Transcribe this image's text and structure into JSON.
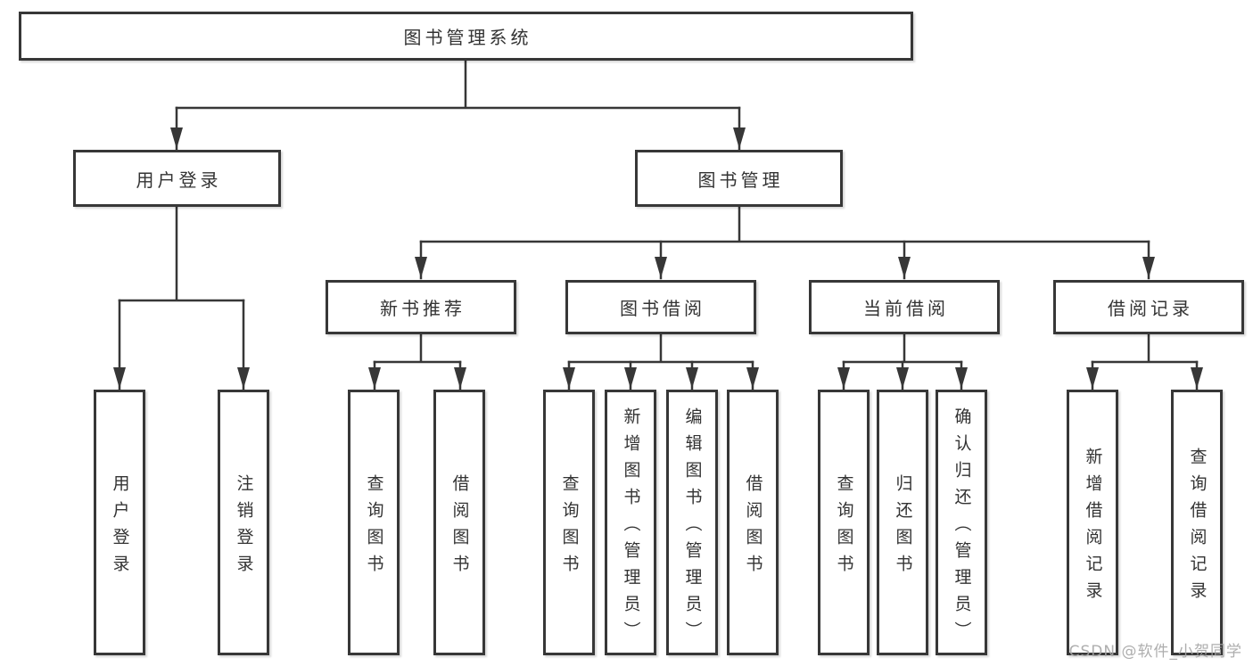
{
  "diagram": {
    "root": {
      "label": "图书管理系统"
    },
    "branches": [
      {
        "label": "用户登录",
        "children": [
          {
            "label": "用户登录"
          },
          {
            "label": "注销登录"
          }
        ]
      },
      {
        "label": "图书管理",
        "children": [
          {
            "label": "新书推荐",
            "children": [
              {
                "label": "查询图书"
              },
              {
                "label": "借阅图书"
              }
            ]
          },
          {
            "label": "图书借阅",
            "children": [
              {
                "label": "查询图书"
              },
              {
                "label": "新增图书（管理员）"
              },
              {
                "label": "编辑图书（管理员）"
              },
              {
                "label": "借阅图书"
              }
            ]
          },
          {
            "label": "当前借阅",
            "children": [
              {
                "label": "查询图书"
              },
              {
                "label": "归还图书"
              },
              {
                "label": "确认归还（管理员）"
              }
            ]
          },
          {
            "label": "借阅记录",
            "children": [
              {
                "label": "新增借阅记录"
              },
              {
                "label": "查询借阅记录"
              }
            ]
          }
        ]
      }
    ]
  },
  "watermark": {
    "text": "CSDN @软件_小贺同学"
  },
  "colors": {
    "line": "#373737",
    "border": "#373737",
    "text": "#333333",
    "node_background": "#ffffff",
    "canvas_background": "#ffffff",
    "watermark": "#a5a5a5"
  }
}
